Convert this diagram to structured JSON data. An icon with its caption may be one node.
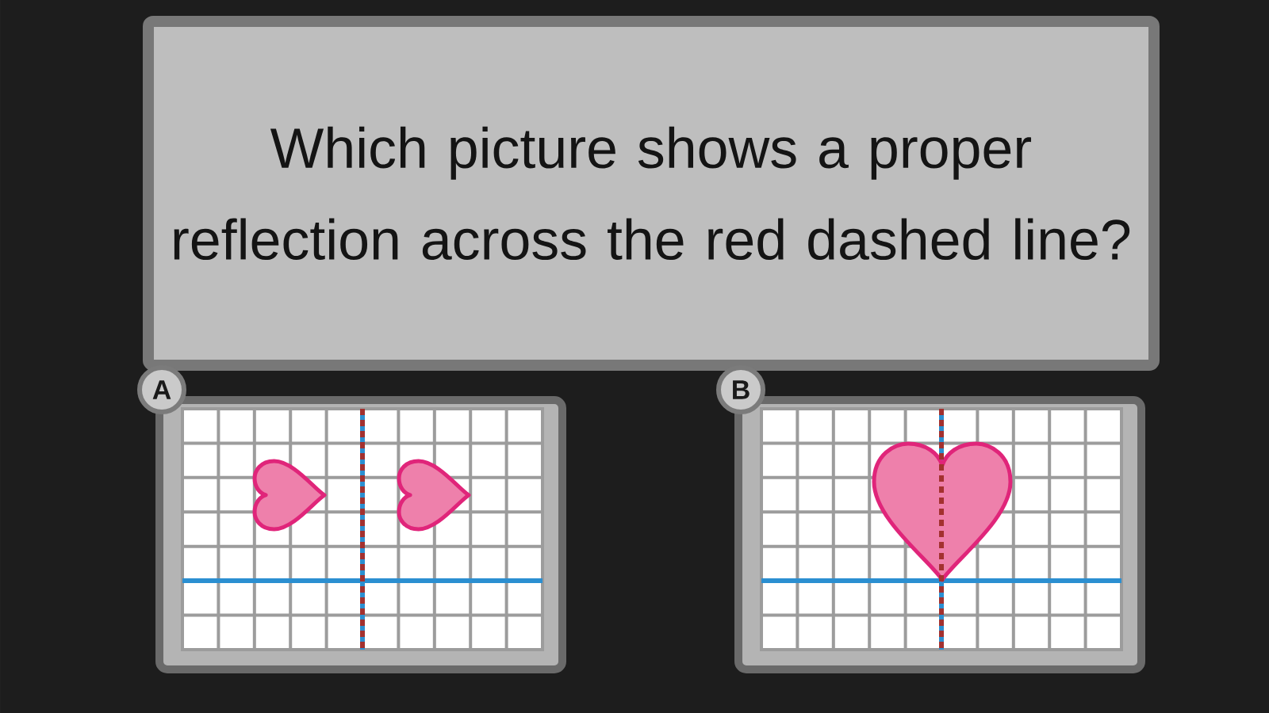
{
  "diagram": {
    "nodes": [
      {
        "text": [
          "Which picture shows a proper reflection across the red dashed line?"
        ]
      },
      {
        "text": [
          "A"
        ]
      },
      {
        "text": [
          "B"
        ]
      }
    ]
  }
}
